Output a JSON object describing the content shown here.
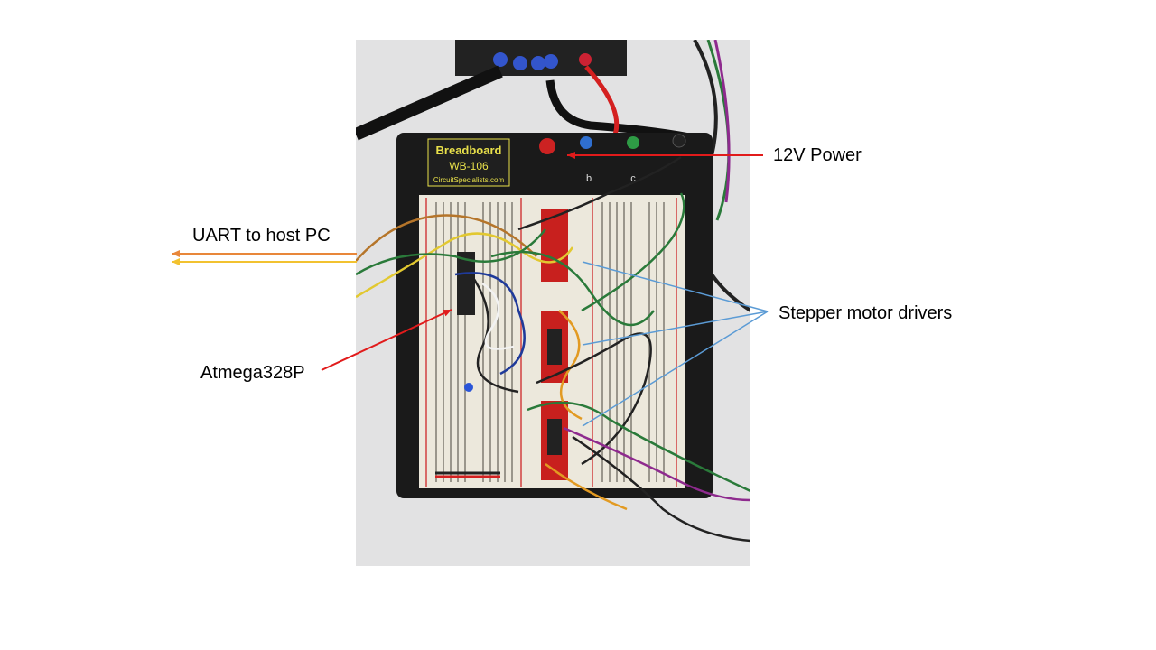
{
  "labels": {
    "power": "12V Power",
    "uart": "UART to host PC",
    "drivers": "Stepper motor drivers",
    "mcu": "Atmega328P"
  },
  "photo": {
    "breadboard_brand": "Breadboard",
    "breadboard_model": "WB-106",
    "breadboard_site": "CircuitSpecialists.com",
    "jack_b": "b",
    "jack_c": "c"
  },
  "colors": {
    "power_arrow": "#e11b1b",
    "uart_arrow_1": "#e8873a",
    "uart_arrow_2": "#f2c230",
    "drivers_lines": "#5b9bd5",
    "mcu_arrow": "#e11b1b",
    "board_black": "#1a1a1a",
    "board_white": "#ece8dc",
    "driver_board_red": "#c8201e",
    "brand_text": "#e8e04a"
  }
}
